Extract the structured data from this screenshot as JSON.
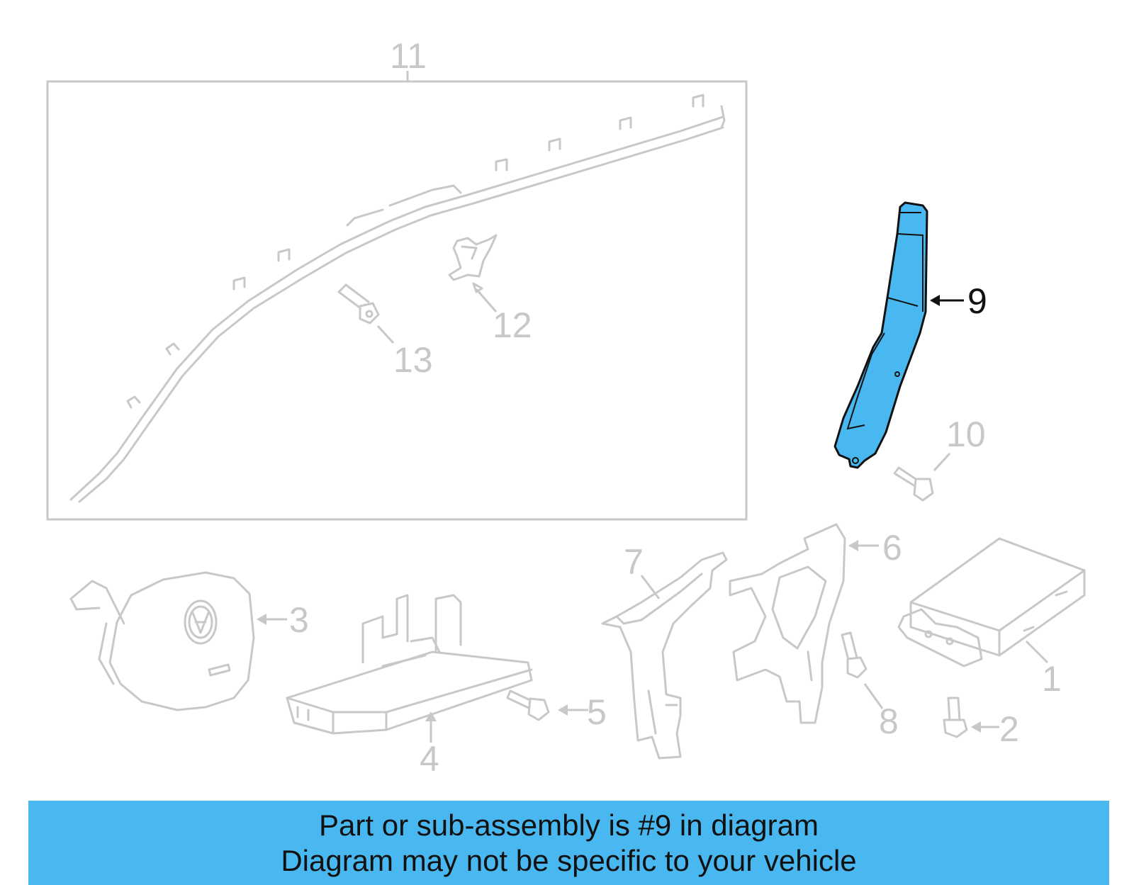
{
  "colors": {
    "highlight_fill": "#4ab8f0",
    "highlight_stroke": "#111111",
    "part_stroke": "#c8c8c8",
    "banner_bg": "#4ab8f0"
  },
  "callouts": {
    "c1": "1",
    "c2": "2",
    "c3": "3",
    "c4": "4",
    "c5": "5",
    "c6": "6",
    "c7": "7",
    "c8": "8",
    "c9": "9",
    "c10": "10",
    "c11": "11",
    "c12": "12",
    "c13": "13"
  },
  "highlighted_part": "9",
  "banner": {
    "line1": "Part or sub-assembly is #9 in diagram",
    "line2": "Diagram may not be specific to your vehicle"
  }
}
